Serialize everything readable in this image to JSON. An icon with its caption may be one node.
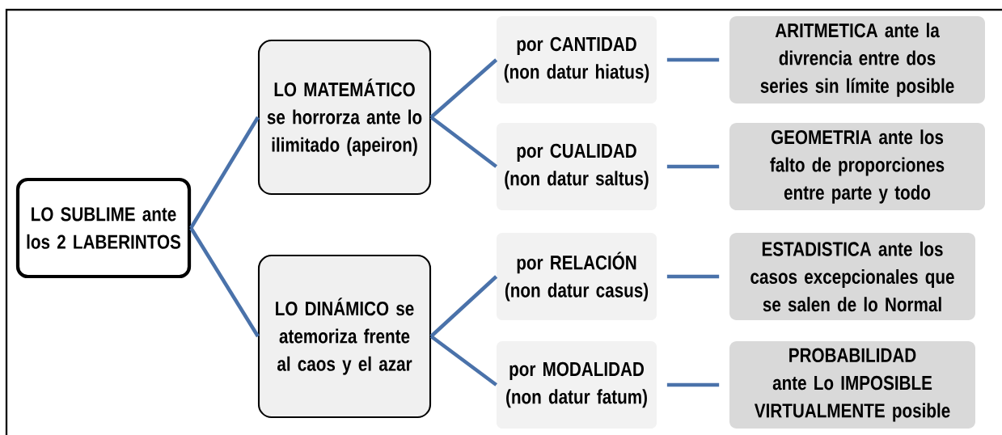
{
  "diagram": {
    "nodes": [
      {
        "text": [
          "LO SUBLIME ante los 2 LABERINTOS"
        ]
      },
      {
        "text": [
          "LO MATEMÁTICO se horrorza ante lo ilimitado (apeiron)"
        ]
      },
      {
        "text": [
          "LO DINÁMICO se atemoriza frente al caos y el azar"
        ]
      },
      {
        "text": [
          "por CANTIDAD (non datur hiatus)"
        ]
      },
      {
        "text": [
          "por CUALIDAD (non datur saltus)"
        ]
      },
      {
        "text": [
          "por RELACIÓN (non datur casus)"
        ]
      },
      {
        "text": [
          "por MODALIDAD (non datur fatum)"
        ]
      },
      {
        "text": [
          "ARITMETICA ante la divrencia entre dos series sin límite posible"
        ]
      },
      {
        "text": [
          "GEOMETRIA ante los falto de proporciones entre parte y todo"
        ]
      },
      {
        "text": [
          "ESTADISTICA ante los casos excepcionales que se salen de lo Normal"
        ]
      },
      {
        "text": [
          "PROBABILIDAD ante Lo IMPOSIBLE VIRTUALMENTE posible"
        ]
      }
    ],
    "edges": [
      {
        "from": 0,
        "to": 1,
        "arrow": "none"
      },
      {
        "from": 0,
        "to": 2,
        "arrow": "none"
      },
      {
        "from": 1,
        "to": 3,
        "arrow": "none"
      },
      {
        "from": 1,
        "to": 4,
        "arrow": "none"
      },
      {
        "from": 2,
        "to": 5,
        "arrow": "none"
      },
      {
        "from": 2,
        "to": 6,
        "arrow": "none"
      },
      {
        "from": 3,
        "to": 7,
        "arrow": "none"
      },
      {
        "from": 4,
        "to": 8,
        "arrow": "none"
      },
      {
        "from": 5,
        "to": 9,
        "arrow": "none"
      },
      {
        "from": 6,
        "to": 10,
        "arrow": "none"
      }
    ]
  }
}
